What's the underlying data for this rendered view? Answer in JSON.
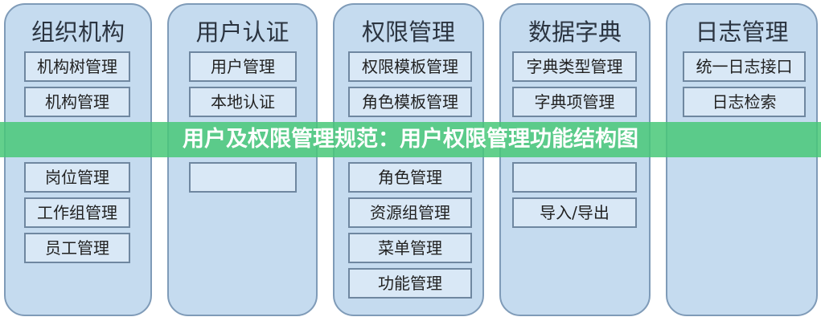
{
  "columns": [
    {
      "title": "组织机构",
      "items": [
        "机构树管理",
        "机构管理",
        "岗位管理",
        "工作组管理",
        "员工管理"
      ]
    },
    {
      "title": "用户认证",
      "items": [
        "用户管理",
        "本地认证",
        ""
      ]
    },
    {
      "title": "权限管理",
      "items": [
        "权限模板管理",
        "角色模板管理",
        "角色管理",
        "资源组管理",
        "菜单管理",
        "功能管理"
      ]
    },
    {
      "title": "数据字典",
      "items": [
        "字典类型管理",
        "字典项管理",
        "",
        "导入/导出"
      ]
    },
    {
      "title": "日志管理",
      "items": [
        "统一日志接口",
        "日志检索"
      ]
    }
  ],
  "banner": "用户及权限管理规范：用户权限管理功能结构图"
}
